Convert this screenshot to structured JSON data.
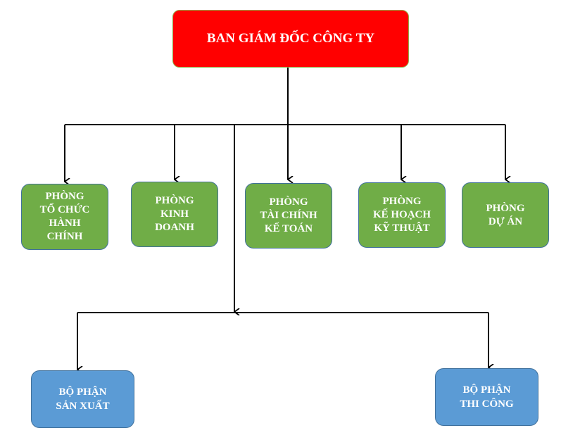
{
  "top": {
    "label": "BAN GIÁM ĐỐC CÔNG TY",
    "color": "#FF0000"
  },
  "departments": [
    {
      "lines": [
        "PHÒNG",
        "TỔ CHỨC",
        "HÀNH",
        "CHÍNH"
      ]
    },
    {
      "lines": [
        "PHÒNG",
        "KINH",
        "DOANH"
      ]
    },
    {
      "lines": [
        "PHÒNG",
        "TÀI CHÍNH",
        "KẾ TOÁN"
      ]
    },
    {
      "lines": [
        "PHÒNG",
        "KẾ HOẠCH",
        "KỸ THUẬT"
      ]
    },
    {
      "lines": [
        "PHÒNG",
        "DỰ ÁN"
      ]
    }
  ],
  "units": [
    {
      "lines": [
        "BỘ PHẬN",
        "SẢN XUẤT"
      ]
    },
    {
      "lines": [
        "BỘ PHẬN",
        "THI CÔNG"
      ]
    }
  ],
  "colors": {
    "department": "#70AD47",
    "unit": "#5B9BD5",
    "connector": "#000000"
  }
}
